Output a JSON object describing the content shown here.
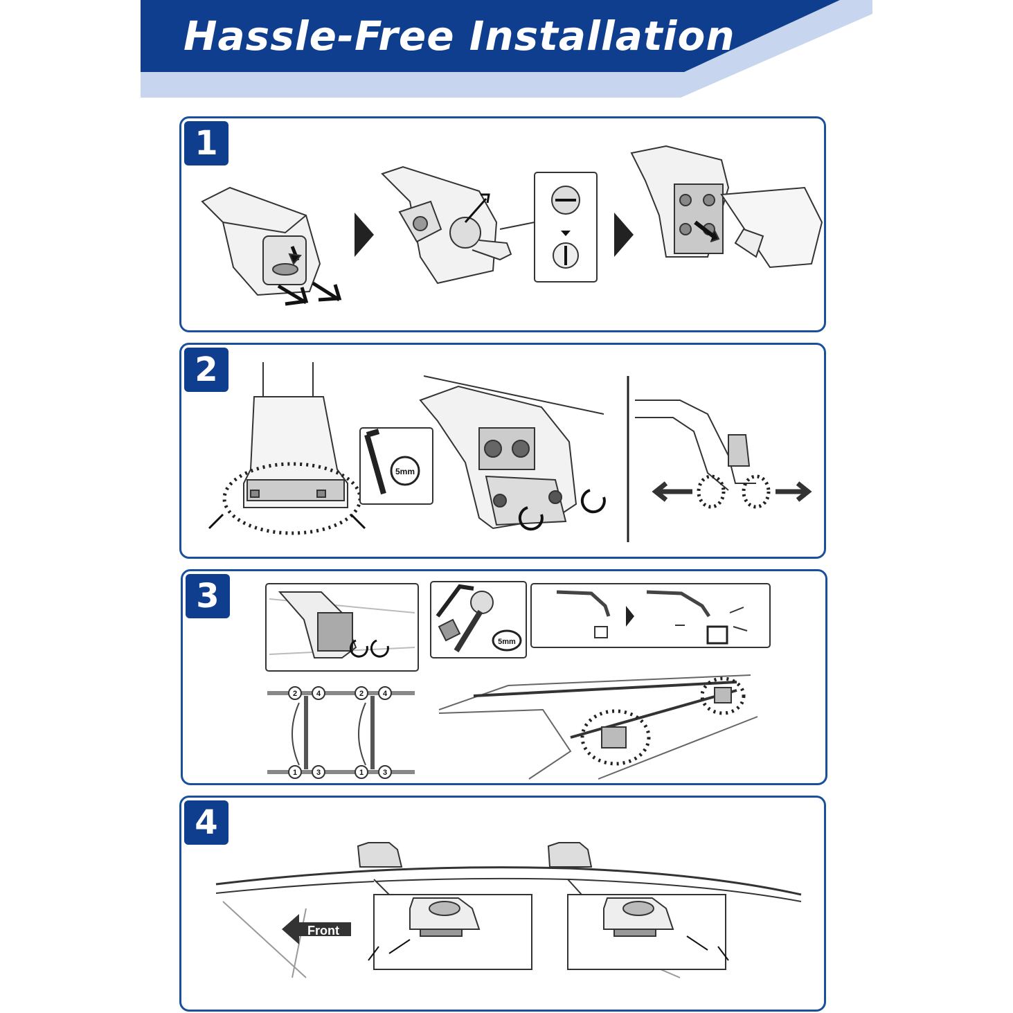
{
  "header": {
    "title": "Hassle-Free Installation",
    "colors": {
      "band": "#103e8e",
      "stripe": "#c7d6ee",
      "panel_border": "#1a4f9c"
    }
  },
  "steps": [
    {
      "number": "1"
    },
    {
      "number": "2",
      "tool_label": "5mm"
    },
    {
      "number": "3",
      "tool_label": "5mm",
      "bolt_numbers": [
        "2",
        "4",
        "2",
        "4",
        "1",
        "3",
        "1",
        "3"
      ]
    },
    {
      "number": "4",
      "direction_label": "Front"
    }
  ]
}
